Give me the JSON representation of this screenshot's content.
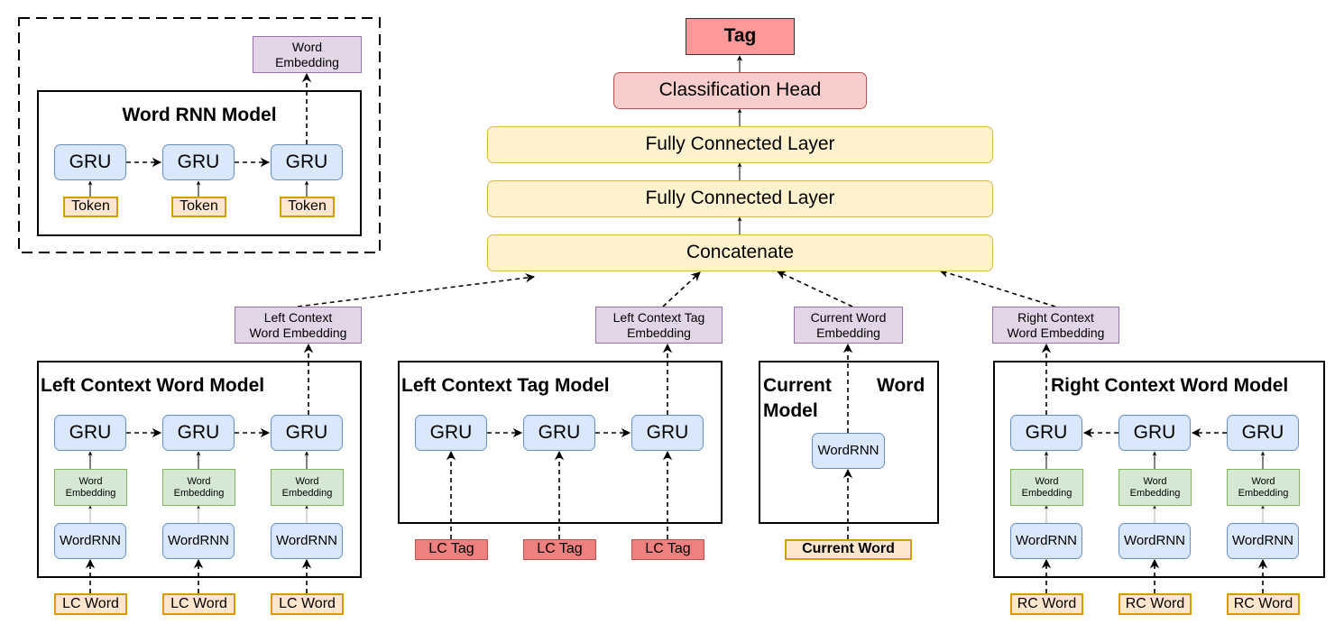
{
  "word_rnn_panel": {
    "title": "Word RNN Model",
    "gru_labels": [
      "GRU",
      "GRU",
      "GRU"
    ],
    "token_labels": [
      "Token",
      "Token",
      "Token"
    ],
    "output_label": "Word\nEmbedding"
  },
  "top_stack": {
    "tag": "Tag",
    "classification_head": "Classification Head",
    "fc1": "Fully Connected Layer",
    "fc2": "Fully Connected Layer",
    "concatenate": "Concatenate"
  },
  "left_context_word_model": {
    "title": "Left Context Word Model",
    "output_label": "Left Context\nWord Embedding",
    "gru_labels": [
      "GRU",
      "GRU",
      "GRU"
    ],
    "embedding_labels": [
      "Word\nEmbedding",
      "Word\nEmbedding",
      "Word\nEmbedding"
    ],
    "wordrnn_labels": [
      "WordRNN",
      "WordRNN",
      "WordRNN"
    ],
    "input_labels": [
      "LC Word",
      "LC Word",
      "LC Word"
    ]
  },
  "left_context_tag_model": {
    "title": "Left Context Tag Model",
    "output_label": "Left Context Tag\nEmbedding",
    "gru_labels": [
      "GRU",
      "GRU",
      "GRU"
    ],
    "input_labels": [
      "LC Tag",
      "LC Tag",
      "LC Tag"
    ]
  },
  "current_word_model": {
    "title_part1": "Current",
    "title_part2": "Word",
    "title_part3": "Model",
    "output_label": "Current Word\nEmbedding",
    "wordrnn_label": "WordRNN",
    "input_label": "Current Word"
  },
  "right_context_word_model": {
    "title": "Right Context Word Model",
    "output_label": "Right Context\nWord Embedding",
    "gru_labels": [
      "GRU",
      "GRU",
      "GRU"
    ],
    "embedding_labels": [
      "Word\nEmbedding",
      "Word\nEmbedding",
      "Word\nEmbedding"
    ],
    "wordrnn_labels": [
      "WordRNN",
      "WordRNN",
      "WordRNN"
    ],
    "input_labels": [
      "RC Word",
      "RC Word",
      "RC Word"
    ]
  },
  "colors": {
    "gru_fill": "#dae8fc",
    "gru_stroke": "#6c8ebf",
    "token_fill": "#ffe6cc",
    "token_stroke": "#d79b00",
    "embedding_fill": "#e1d5e7",
    "embedding_stroke": "#9673a6",
    "word_embedding_fill": "#d5e8d4",
    "word_embedding_stroke": "#82b366",
    "layer_fill": "#fff2cc",
    "layer_stroke": "#d6b656",
    "head_fill": "#f8cecc",
    "tag_fill": "#ff9999",
    "lc_tag_fill": "#f08080"
  }
}
